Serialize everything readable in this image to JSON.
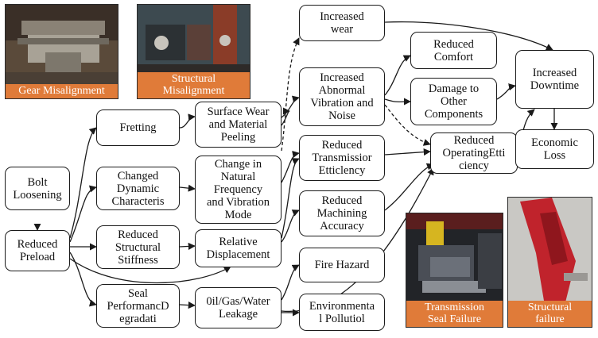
{
  "colors": {
    "caption_band": "#e07b39",
    "stroke": "#1a1a1a"
  },
  "photos": {
    "gear": {
      "caption": "Gear Misalignment"
    },
    "structural": {
      "caption": "Structural\nMisalignment"
    },
    "transmission": {
      "caption": "Transmission\nSeal Failure"
    },
    "failure": {
      "caption": "Structural\nfailure"
    }
  },
  "nodes": {
    "bolt": "Bolt\nLoosening",
    "preload": "Reduced\nPreload",
    "fretting": "Fretting",
    "dynamic": "Changed\nDynamic\nCharacteris",
    "stiffness": "Reduced\nStructural\nStiffness",
    "seal": "Seal\nPerformancD\negradati",
    "surface": "Surface Wear\nand Material\nPeeling",
    "frequency": "Change in\nNatural\nFrequency\nand Vibration\nMode",
    "displacement": "Relative\nDisplacement",
    "leakage": "0il/Gas/Water\nLeakage",
    "wear": "Increased\nwear",
    "vibration": "Increased\nAbnormal\nVibration and\nNoise",
    "transmission": "Reduced\nTransmissior\nEtticlency",
    "machining": "Reduced\nMachining\nAccuracy",
    "fire": "Fire Hazard",
    "pollution": "Environmenta\nl Pollutiol",
    "comfort": "Reduced\nComfort",
    "damage": "Damage to\nOther\nComponents",
    "operating": "Reduced\nOperatingEtti\nciency",
    "downtime": "Increased\nDowntime",
    "economic": "Economic\nLoss"
  }
}
